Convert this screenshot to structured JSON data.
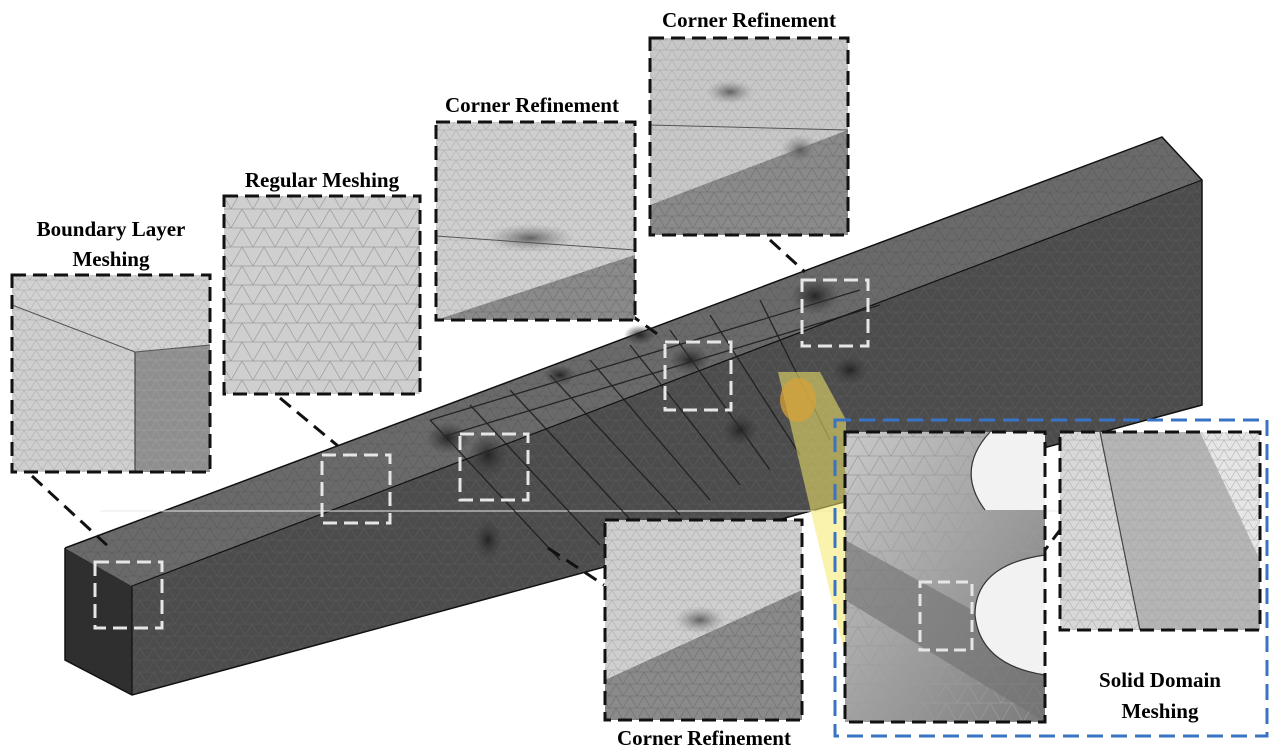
{
  "labels": {
    "boundary_line1": "Boundary Layer",
    "boundary_line2": "Meshing",
    "regular": "Regular Meshing",
    "corner_top": "Corner Refinement",
    "corner_mid": "Corner Refinement",
    "corner_bottom": "Corner Refinement",
    "solid_line1": "Solid Domain",
    "solid_line2": "Meshing"
  },
  "colors": {
    "inset_border": "#111111",
    "marker_border": "#e6e6e6",
    "solid_group_border": "#3a73c4",
    "highlight_fill": "#f5e96a",
    "highlight_spot": "#d7a23a",
    "beam_side": "#4c4c4c",
    "beam_top": "#6a6a6a",
    "beam_end": "#2f2f2f"
  }
}
